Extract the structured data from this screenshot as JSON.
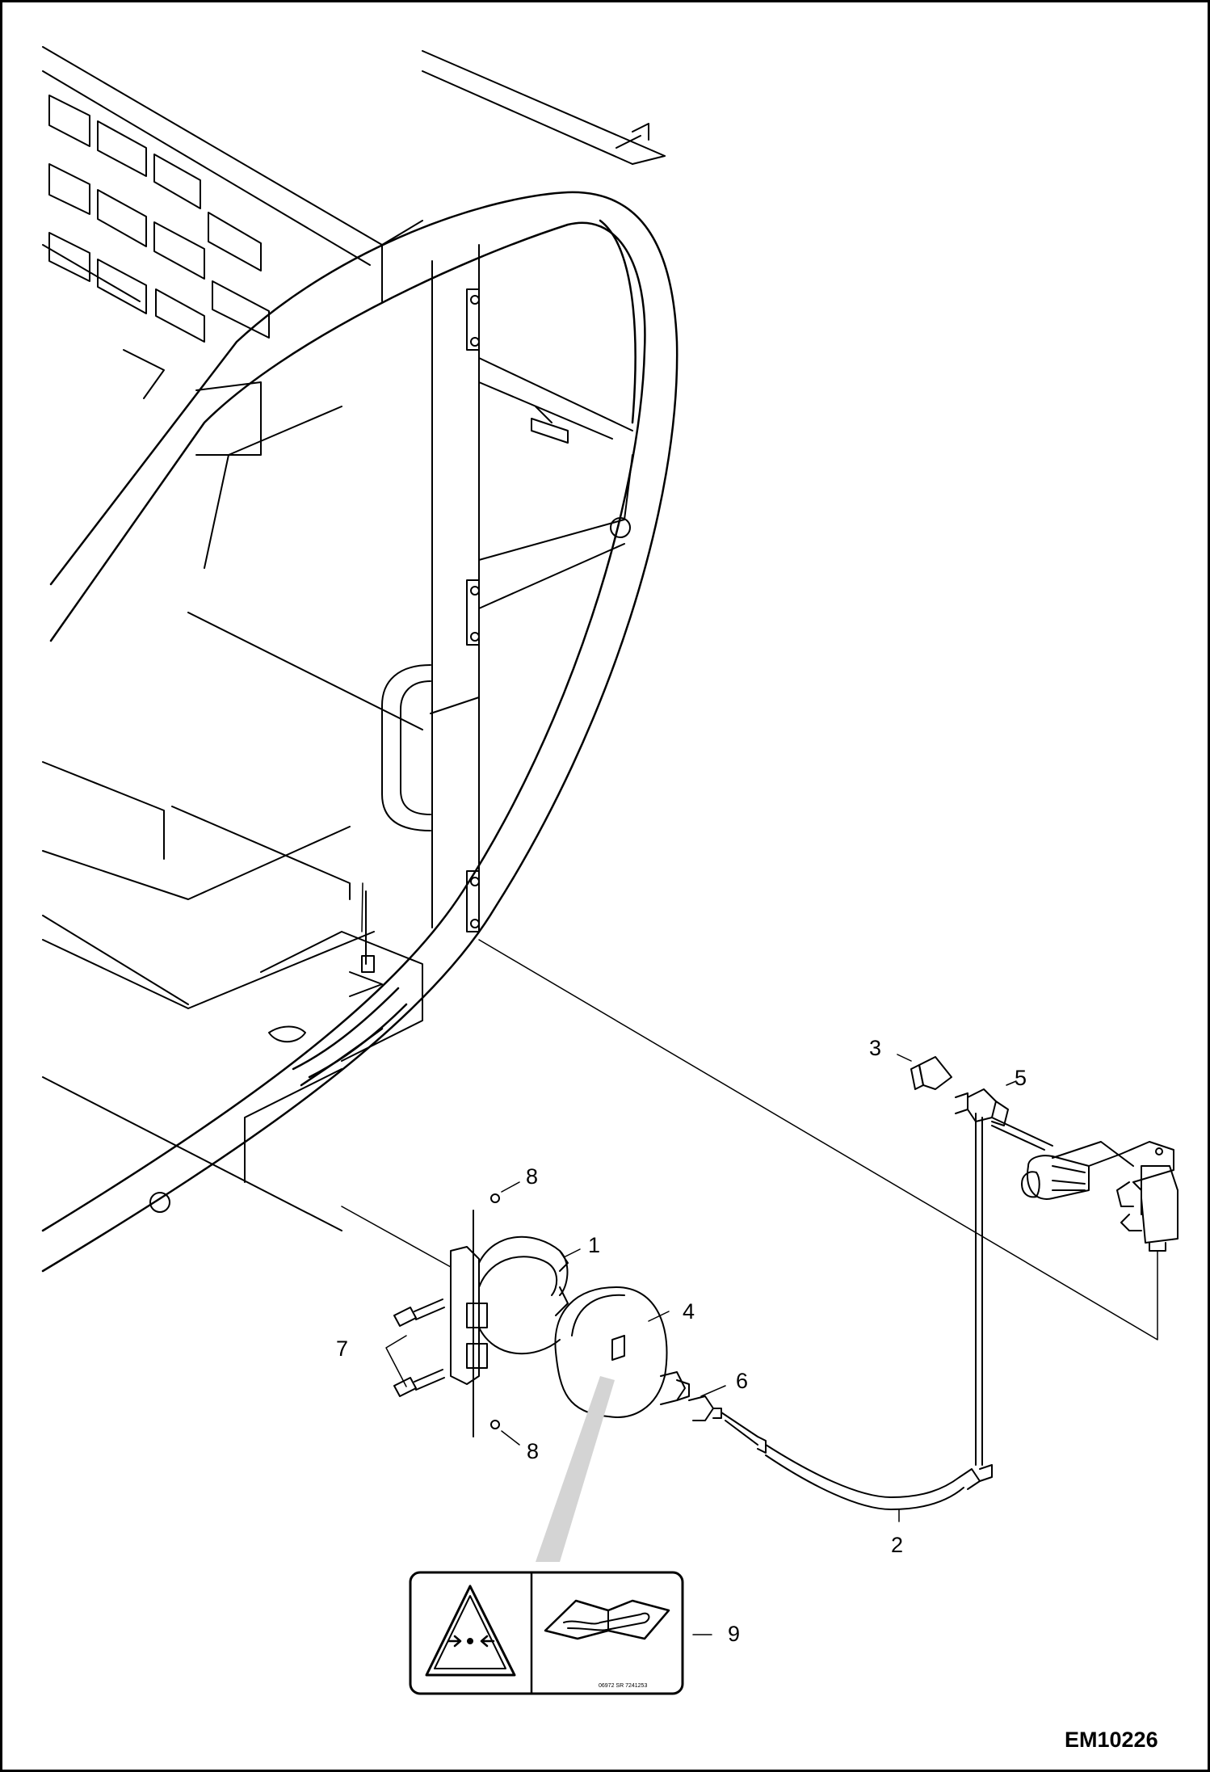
{
  "figure": {
    "id": "EM10226"
  },
  "callouts": {
    "c1": "1",
    "c2": "2",
    "c3": "3",
    "c4": "4",
    "c5": "5",
    "c6": "6",
    "c7": "7",
    "c8_top": "8",
    "c8_bottom": "8",
    "c9": "9"
  },
  "decal": {
    "code": "06972 SR 7241253"
  },
  "colors": {
    "line": "#000000",
    "background": "#ffffff",
    "leader_fill": "#d4d4d4"
  }
}
